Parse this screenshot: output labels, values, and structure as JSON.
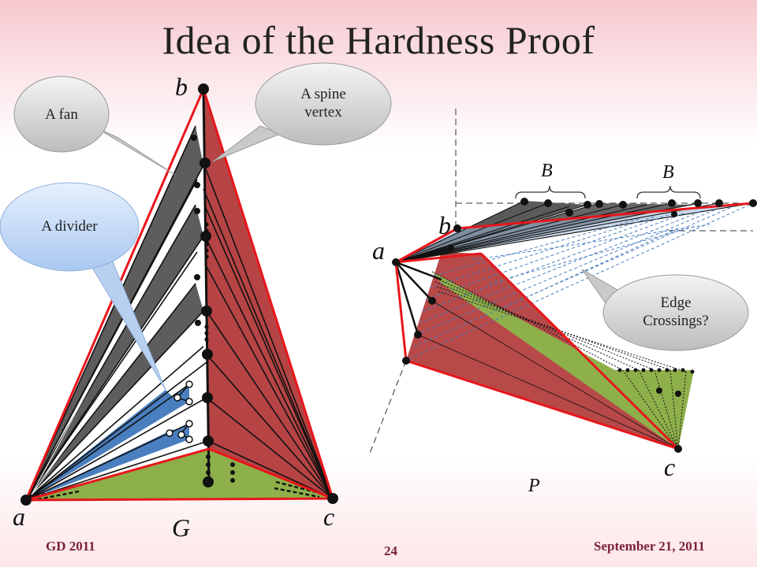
{
  "slide": {
    "title": "Idea of the Hardness Proof",
    "footer_left": "GD 2011",
    "page_number": "24",
    "footer_right": "September 21, 2011"
  },
  "callouts": {
    "fan": "A fan",
    "spine_line1": "A spine",
    "spine_line2": "vertex",
    "divider": "A divider",
    "crossings_line1": "Edge",
    "crossings_line2": "Crossings?"
  },
  "left_figure": {
    "vertex_a": "a",
    "vertex_b": "b",
    "vertex_c": "c",
    "graph_label": "G"
  },
  "right_figure": {
    "vertex_a": "a",
    "vertex_b": "b",
    "vertex_c": "c",
    "brace_1": "B",
    "brace_2": "B",
    "polygon_label": "P"
  },
  "colors": {
    "boundary": "#e8161b",
    "spine_fill": "#b03434",
    "fan_fill": "#5a5a5a",
    "divider_fill": "#4a7fbf",
    "bottom_fill": "#8db04a",
    "footer": "#7a1f3d"
  }
}
